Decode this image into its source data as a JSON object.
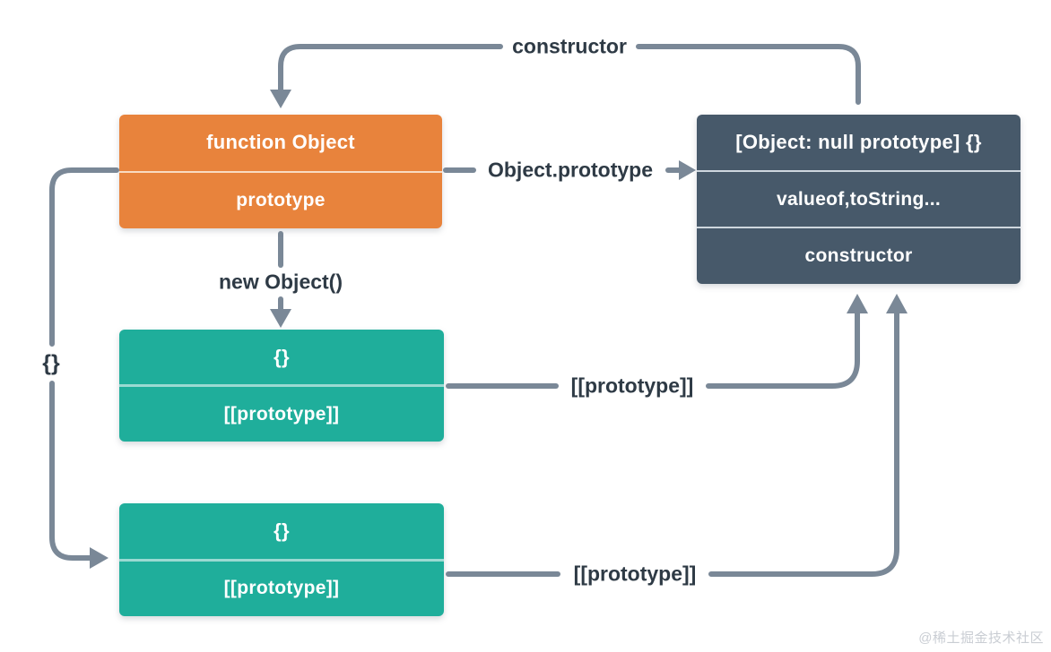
{
  "diagram": {
    "boxes": {
      "function_object": {
        "title": "function Object",
        "rows": [
          "prototype"
        ]
      },
      "null_prototype_object": {
        "title": "[Object: null prototype] {}",
        "rows": [
          "valueof,toString...",
          "constructor"
        ]
      },
      "instance_mid": {
        "title": "{}",
        "rows": [
          "[[prototype]]"
        ]
      },
      "instance_bottom": {
        "title": "{}",
        "rows": [
          "[[prototype]]"
        ]
      }
    },
    "edge_labels": {
      "constructor_top": "constructor",
      "object_prototype": "Object.prototype",
      "new_object": "new Object()",
      "prototype_mid": "[[prototype]]",
      "prototype_bottom": "[[prototype]]",
      "empty_object_left": "{}"
    },
    "watermark": "@稀土掘金技术社区",
    "colors": {
      "orange_box": "#E8833C",
      "slate_box": "#47596A",
      "teal_box": "#1FAE9B",
      "connector": "#7A8897",
      "label_text": "#2E3A45",
      "watermark_text": "#C9CDD3",
      "background": "#FFFFFF"
    }
  }
}
